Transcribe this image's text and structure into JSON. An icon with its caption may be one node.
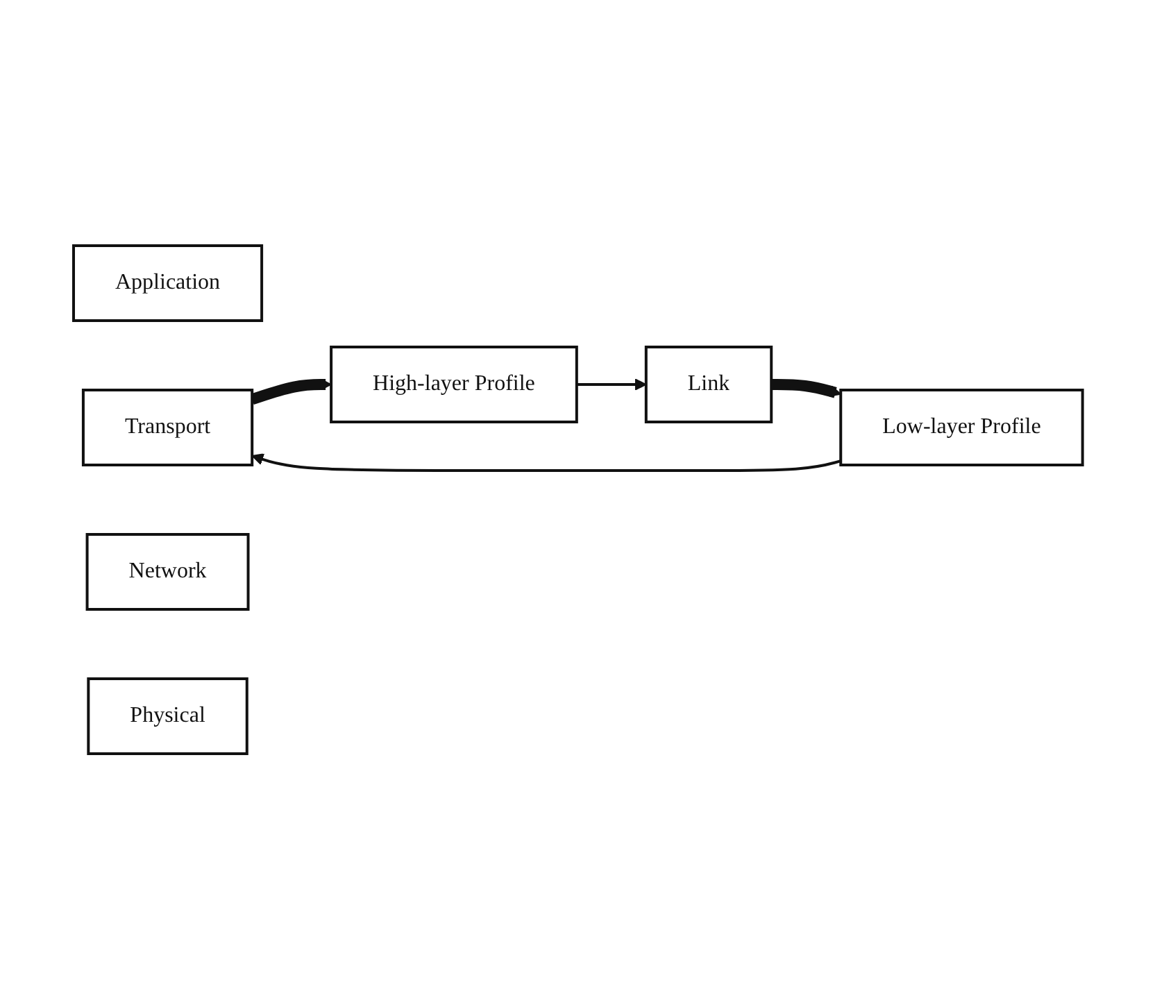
{
  "diagram": {
    "nodes": [
      {
        "text": [
          "Application"
        ]
      },
      {
        "text": [
          "Transport"
        ]
      },
      {
        "text": [
          "Network"
        ]
      },
      {
        "text": [
          "Link"
        ]
      },
      {
        "text": [
          "Physical"
        ]
      },
      {
        "text": [
          "High-layer Profile"
        ]
      },
      {
        "text": [
          "Low-layer Profile"
        ]
      }
    ],
    "edges": [
      {
        "from": 1,
        "to": 5,
        "arrow": "to",
        "style": "thick"
      },
      {
        "from": 5,
        "to": 3,
        "arrow": "to"
      },
      {
        "from": 6,
        "to": 1,
        "arrow": "to"
      },
      {
        "from": 3,
        "to": 6,
        "arrow": "to",
        "style": "thick"
      }
    ]
  }
}
